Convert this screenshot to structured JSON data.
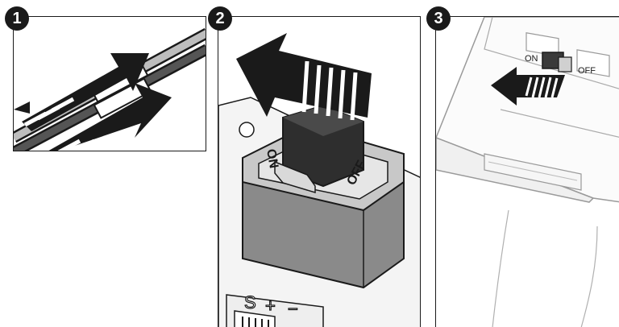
{
  "steps": [
    {
      "number": "1"
    },
    {
      "number": "2"
    },
    {
      "number": "3"
    }
  ],
  "switch_labels": {
    "on": "ON",
    "off": "OFF"
  },
  "connector_labels": {
    "s": "S",
    "plus": "+",
    "minus": "−"
  },
  "colors": {
    "outline": "#1a1a1a",
    "housing": "#8a8a8a",
    "switch_dark": "#2e2e2e",
    "light_gray": "#d9d9d9"
  }
}
